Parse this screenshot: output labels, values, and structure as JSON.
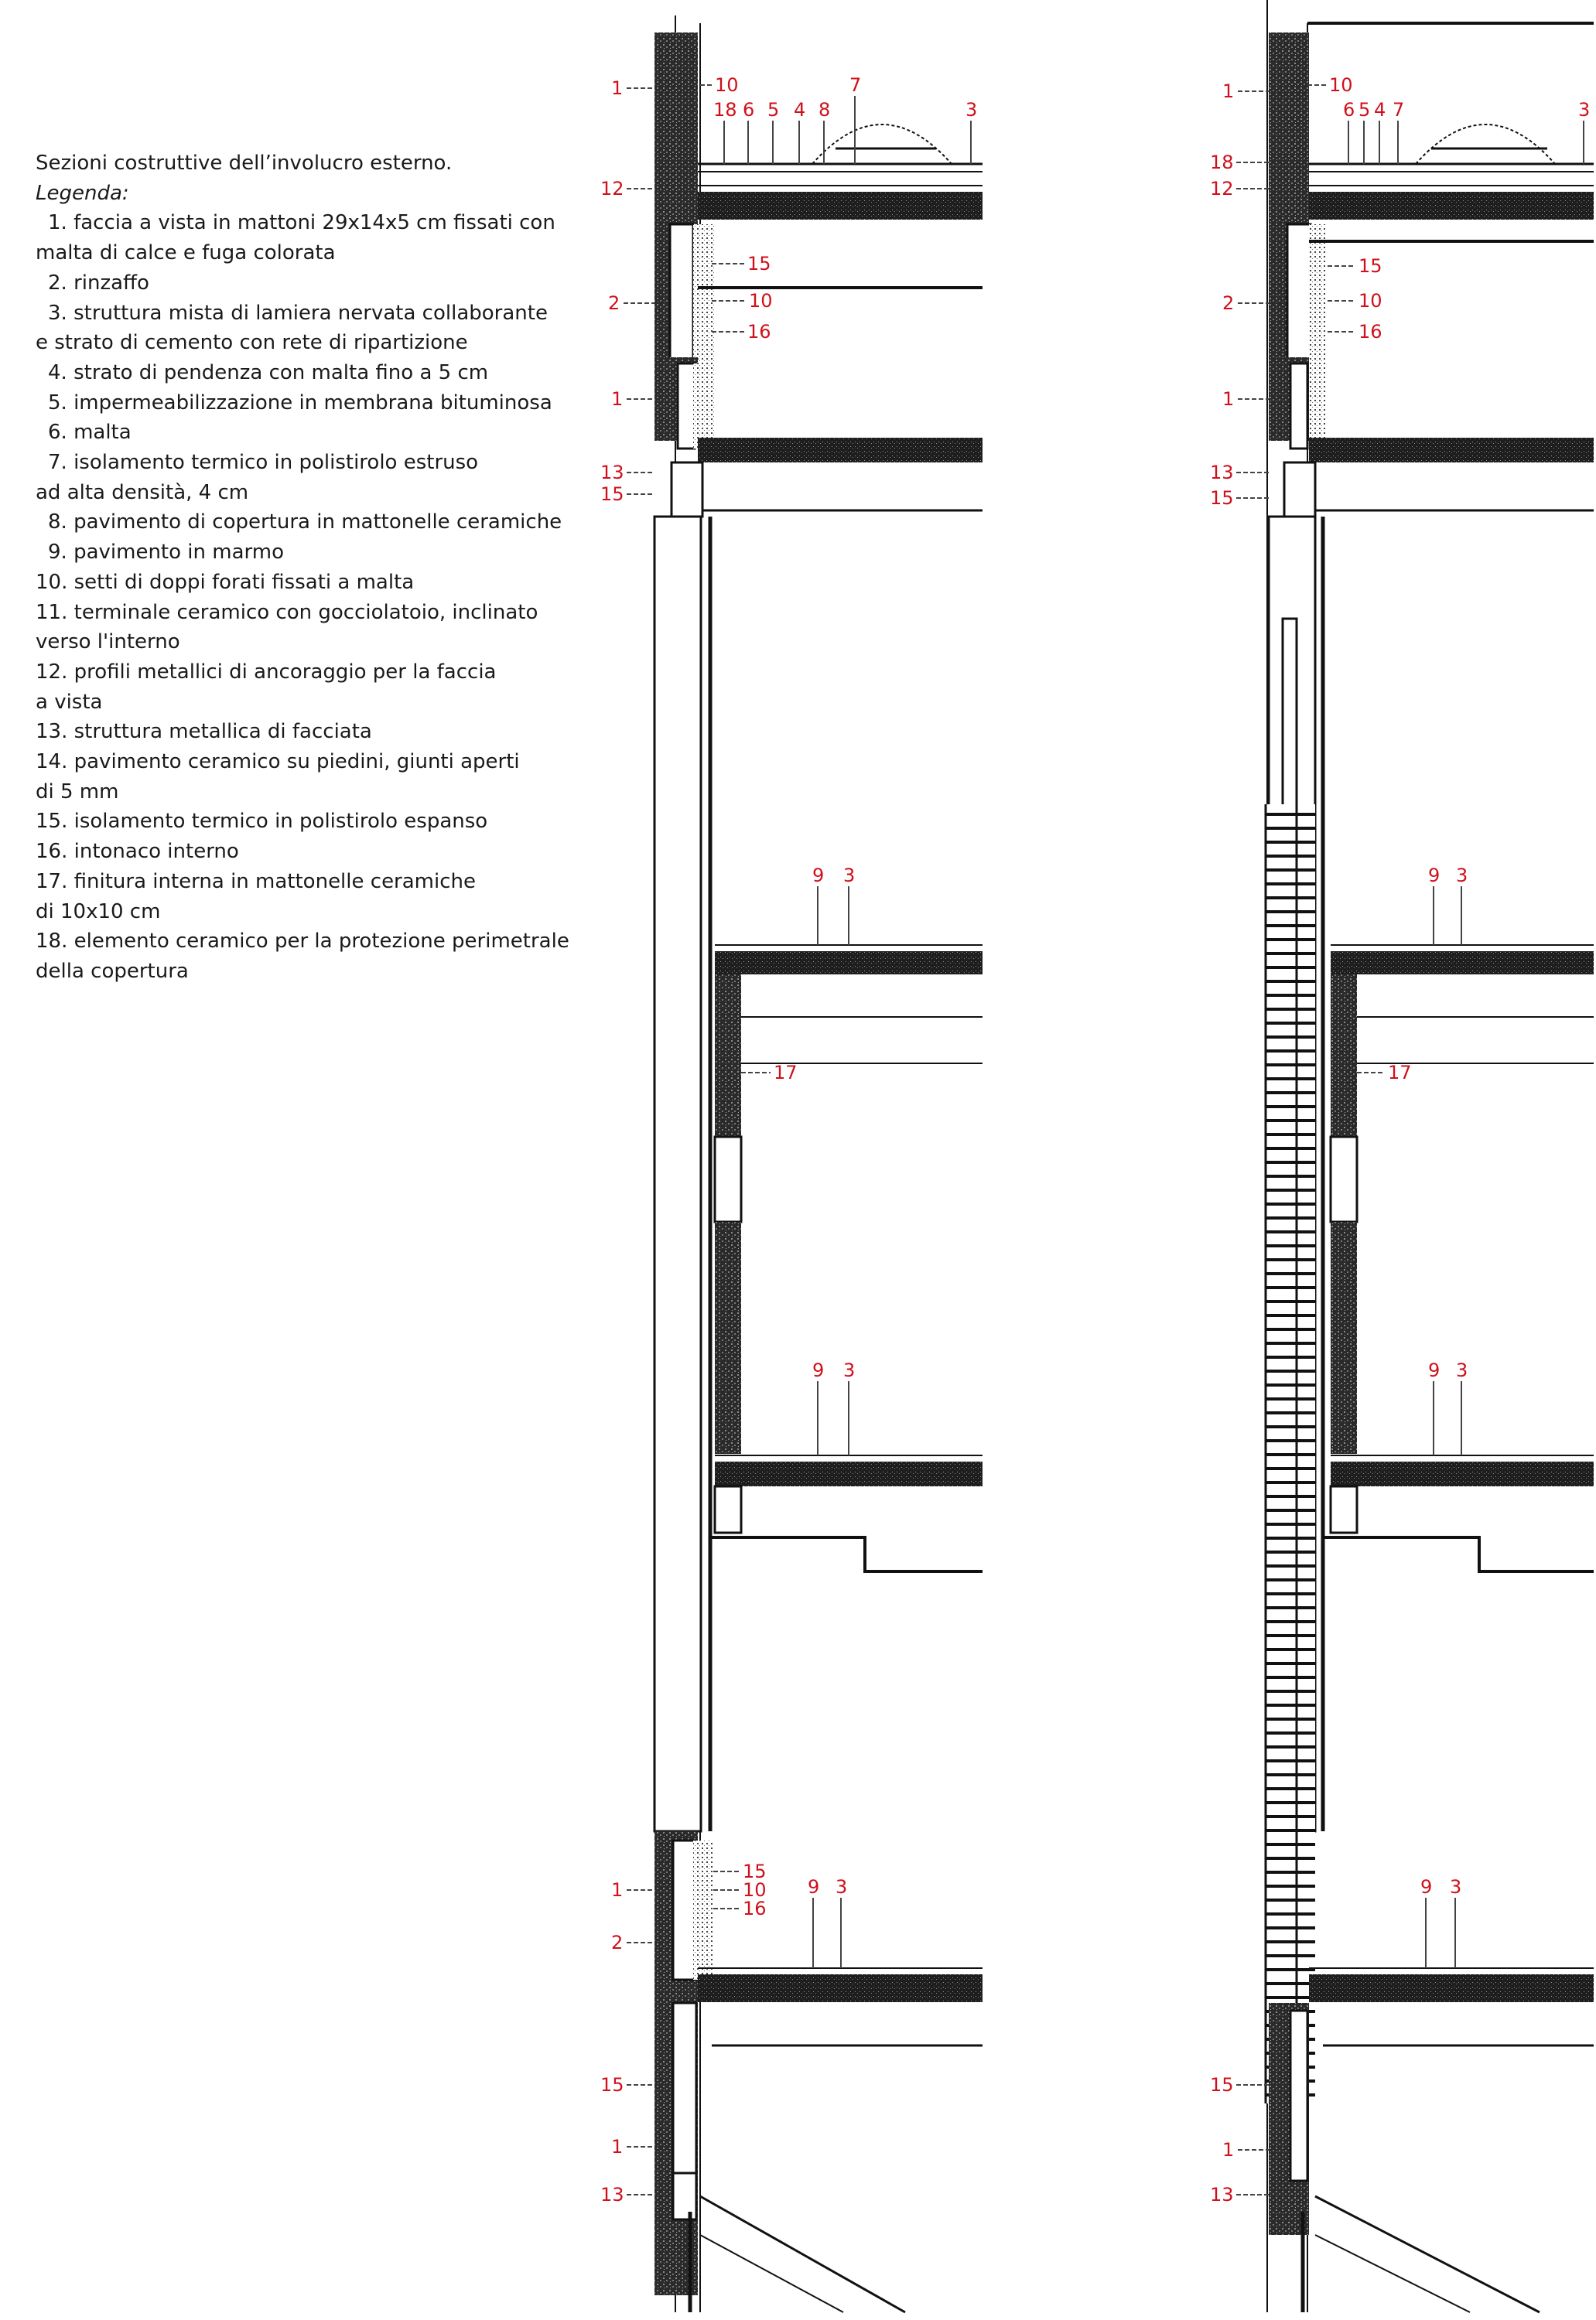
{
  "caption": {
    "title": "Sezioni costruttive dell’involucro esterno.",
    "subtitle": "Legenda:",
    "items": [
      {
        "num": "1.",
        "text": "faccia a vista in mattoni 29x14x5 cm fissati con",
        "cont": "malta di calce e fuga colorata"
      },
      {
        "num": "2.",
        "text": "rinzaffo",
        "cont": ""
      },
      {
        "num": "3.",
        "text": "struttura mista di lamiera nervata collaborante",
        "cont": "e strato di cemento con rete di ripartizione"
      },
      {
        "num": "4.",
        "text": "strato di pendenza con malta fino a 5 cm",
        "cont": ""
      },
      {
        "num": "5.",
        "text": "impermeabilizzazione in membrana bituminosa",
        "cont": ""
      },
      {
        "num": "6.",
        "text": "malta",
        "cont": ""
      },
      {
        "num": "7.",
        "text": "isolamento termico in polistirolo estruso",
        "cont": "ad alta densità, 4 cm"
      },
      {
        "num": "8.",
        "text": "pavimento di copertura in mattonelle ceramiche",
        "cont": ""
      },
      {
        "num": "9.",
        "text": "pavimento in marmo",
        "cont": ""
      },
      {
        "num": "10.",
        "text": "setti di doppi forati fissati a malta",
        "cont": ""
      },
      {
        "num": "11.",
        "text": "terminale ceramico con gocciolatoio, inclinato",
        "cont": "verso l'interno"
      },
      {
        "num": "12.",
        "text": "profili metallici di ancoraggio per la faccia",
        "cont": "a vista"
      },
      {
        "num": "13.",
        "text": "struttura metallica di facciata",
        "cont": ""
      },
      {
        "num": "14.",
        "text": "pavimento ceramico su piedini, giunti aperti",
        "cont": "di 5 mm"
      },
      {
        "num": "15.",
        "text": "isolamento termico in polistirolo espanso",
        "cont": ""
      },
      {
        "num": "16.",
        "text": "intonaco interno",
        "cont": ""
      },
      {
        "num": "17.",
        "text": "finitura interna in mattonelle ceramiche",
        "cont": "di 10x10 cm"
      },
      {
        "num": "18.",
        "text": "elemento ceramico per la protezione perimetrale",
        "cont": "della copertura"
      }
    ]
  },
  "sections": [
    {
      "callouts": [
        "1",
        "10",
        "7",
        "18",
        "6",
        "5",
        "4",
        "8",
        "3",
        "12",
        "15",
        "2",
        "10",
        "16",
        "1",
        "13",
        "15",
        "9",
        "3",
        "17",
        "9",
        "3",
        "15",
        "1",
        "10",
        "9",
        "3",
        "16",
        "2",
        "15",
        "1",
        "13"
      ]
    },
    {
      "callouts": [
        "1",
        "10",
        "6",
        "5",
        "4",
        "7",
        "3",
        "18",
        "12",
        "15",
        "2",
        "10",
        "16",
        "1",
        "13",
        "15",
        "9",
        "3",
        "17",
        "9",
        "3",
        "9",
        "3",
        "15",
        "1",
        "13"
      ]
    }
  ],
  "colors": {
    "callout": "#d0101b",
    "line": "#111111"
  }
}
